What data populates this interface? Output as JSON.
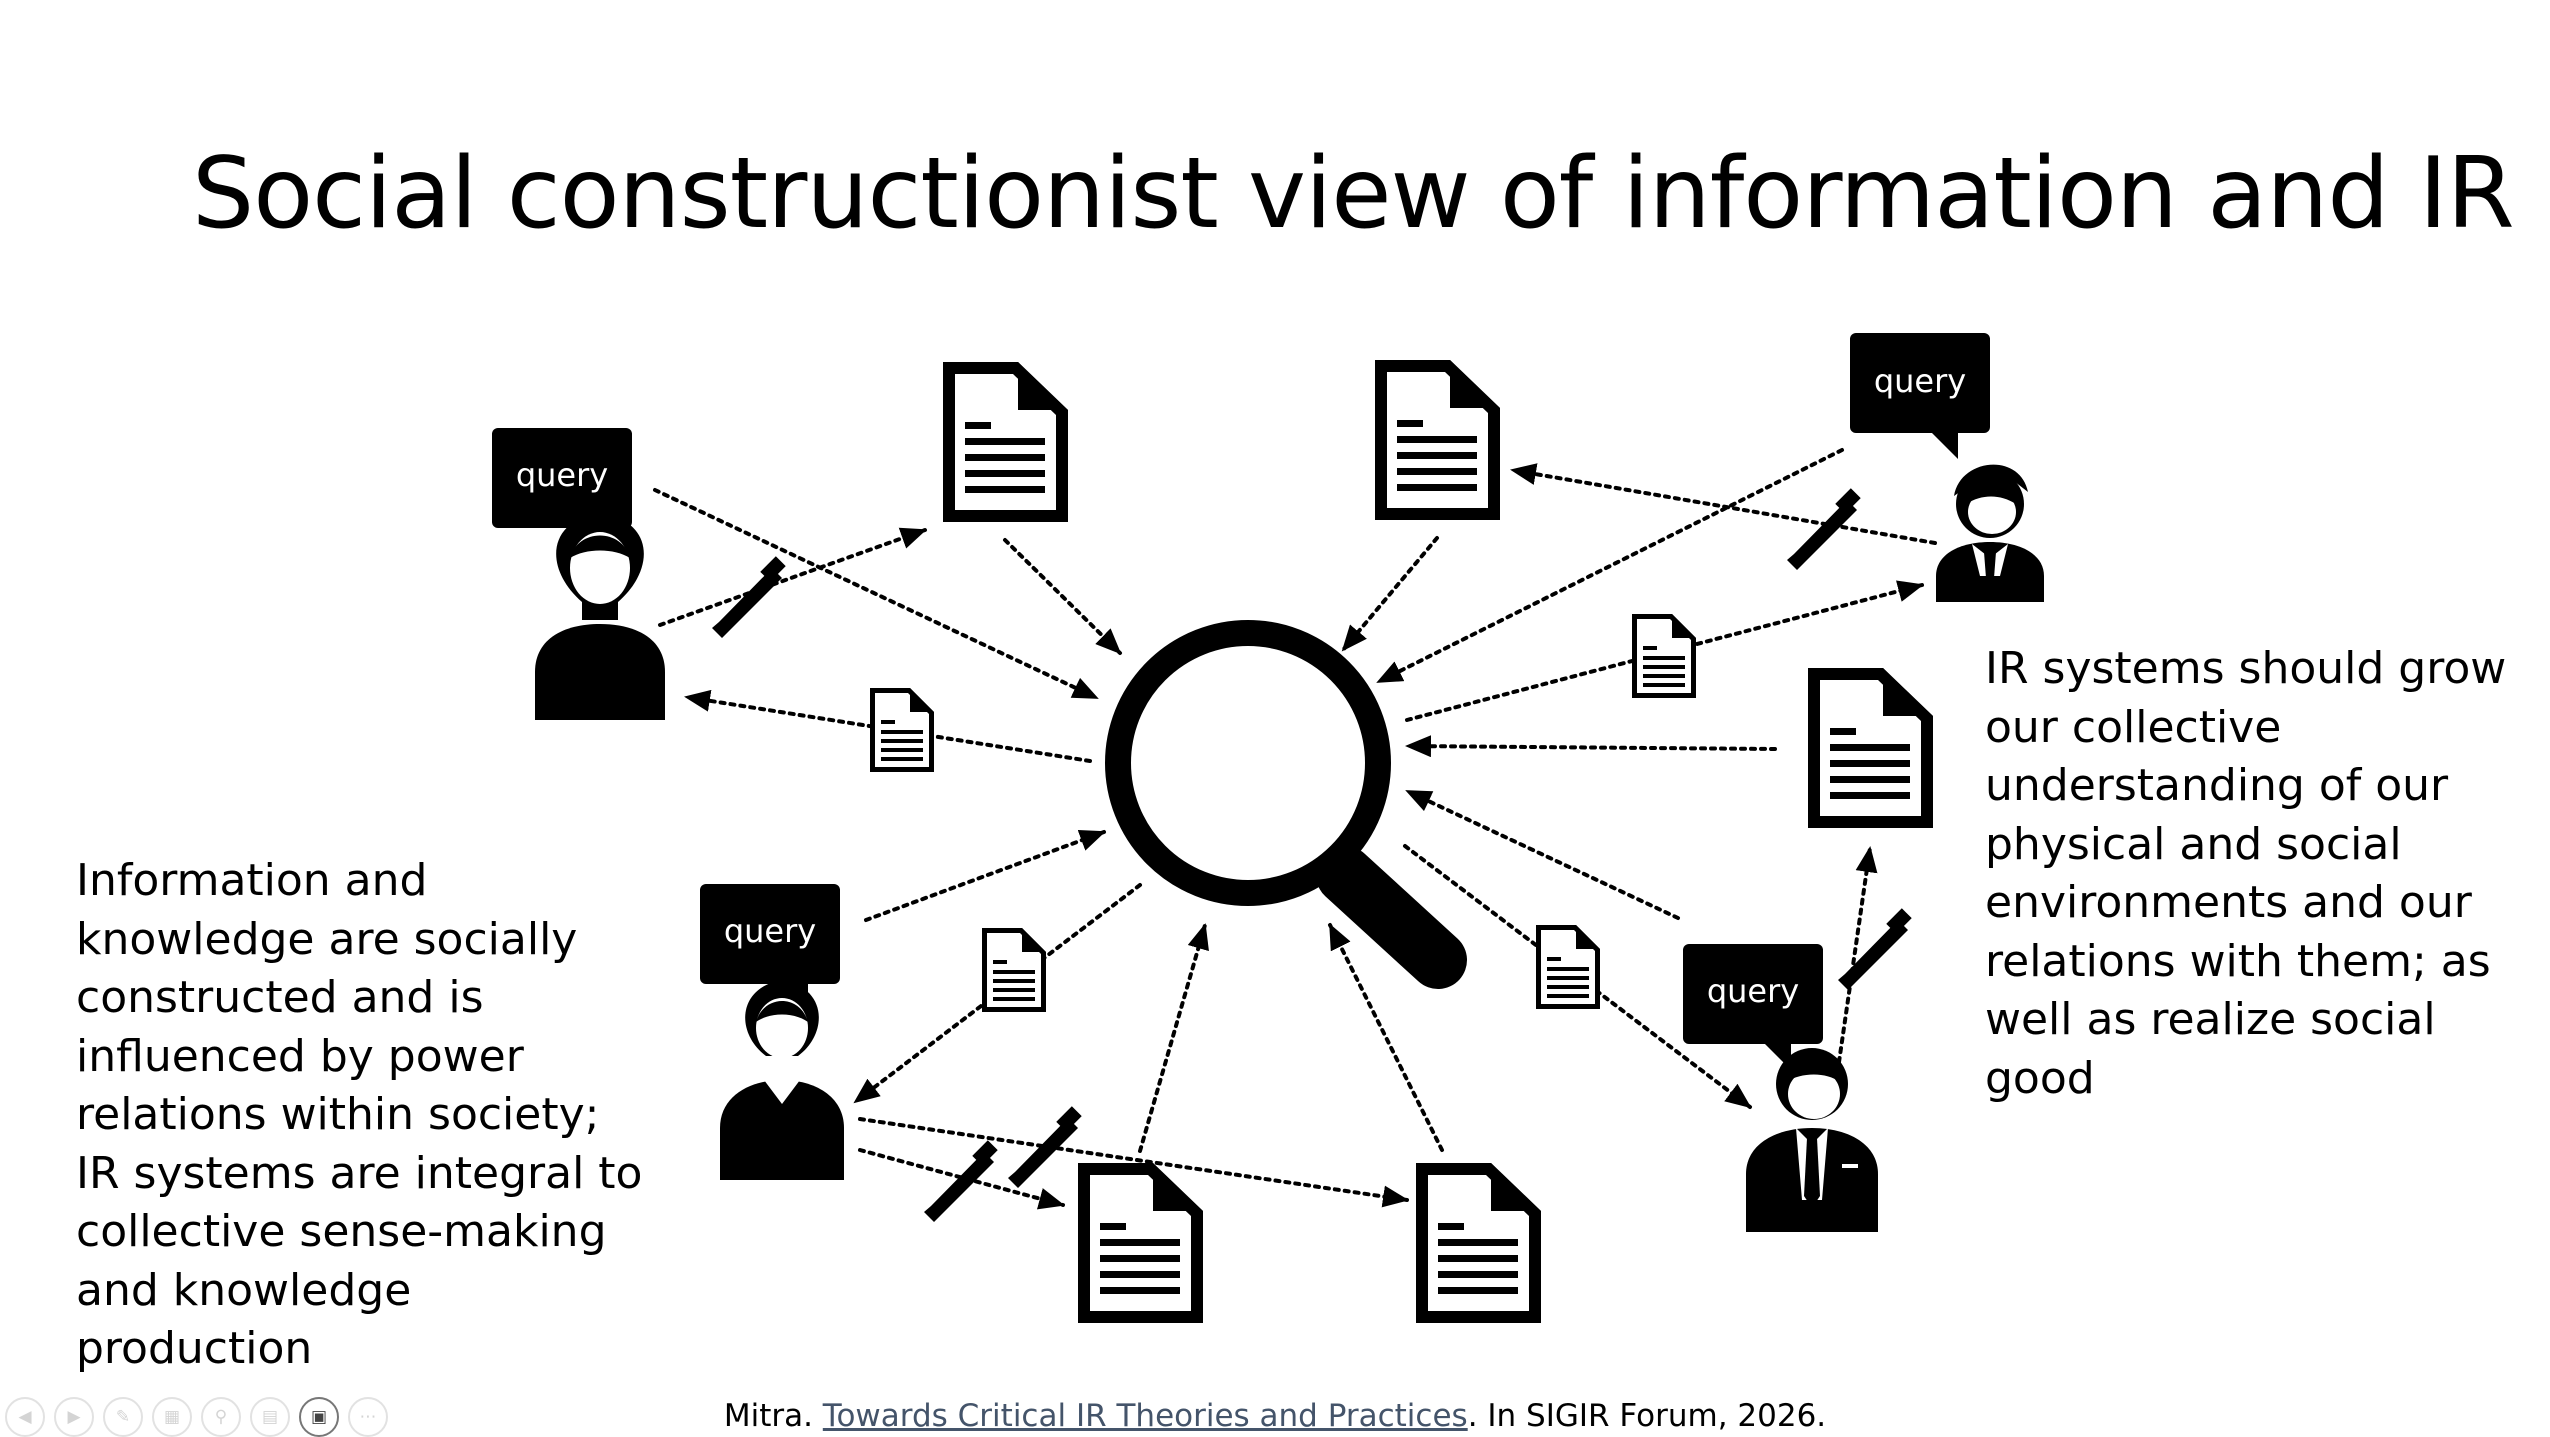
{
  "slide": {
    "title": "Social constructionist view of information and IR",
    "left_text": "Information and knowledge are socially constructed and is influenced by power relations within society; IR systems are integral to collective sense-making and knowledge production",
    "right_text": "IR systems should grow our collective understanding of our physical and social environments and our relations with them; as well as realize social good"
  },
  "diagram": {
    "bubble_label": "query",
    "icons": [
      "magnifier-icon",
      "document-icon",
      "person-icon",
      "speech-bubble-icon",
      "pen-icon"
    ]
  },
  "citation": {
    "prefix": "Mitra. ",
    "link_text": "Towards Critical IR Theories and Practices",
    "suffix": ". In SIGIR Forum, 2026."
  },
  "controls": {
    "icons": [
      "previous-icon",
      "next-icon",
      "pen-tool-icon",
      "slides-icon",
      "zoom-icon",
      "subtitles-icon",
      "camera-icon",
      "more-icon"
    ]
  }
}
